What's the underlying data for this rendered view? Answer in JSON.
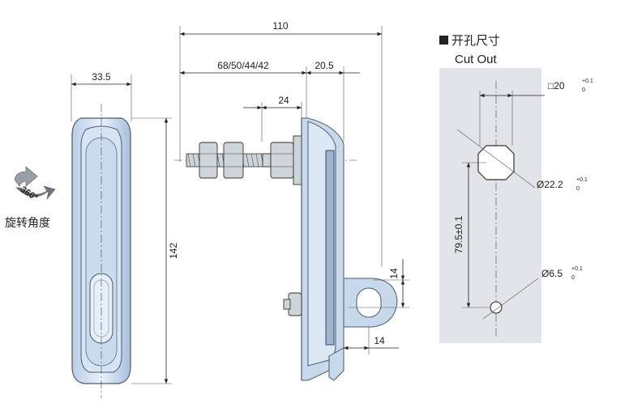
{
  "front_view": {
    "width_label": "33.5",
    "height_label": "142",
    "rotation_label": "360°",
    "rotation_caption": "旋转角度"
  },
  "side_view": {
    "overall_length_label": "110",
    "shaft_length_label": "68/50/44/42",
    "body_depth_label": "20.5",
    "nut_span_label": "24",
    "eye_height_label": "14",
    "eye_offset_label": "14"
  },
  "cutout": {
    "title_cn": "开孔尺寸",
    "title_en": "Cut Out",
    "square": {
      "prefix": "□20",
      "tol_upper": "+0.1",
      "tol_lower": "0"
    },
    "main_hole": {
      "prefix": "Ø22.2",
      "tol_upper": "+0.1",
      "tol_lower": "0"
    },
    "distance_label": "79.5±0.1",
    "small_hole": {
      "prefix": "Ø6.5",
      "tol_upper": "+0.1",
      "tol_lower": "0"
    },
    "panel_color": "#e1e4e8"
  },
  "colors": {
    "part_fill": "#c9d9ec",
    "part_outline": "#4a5a70",
    "dimension_line": "#222222"
  }
}
